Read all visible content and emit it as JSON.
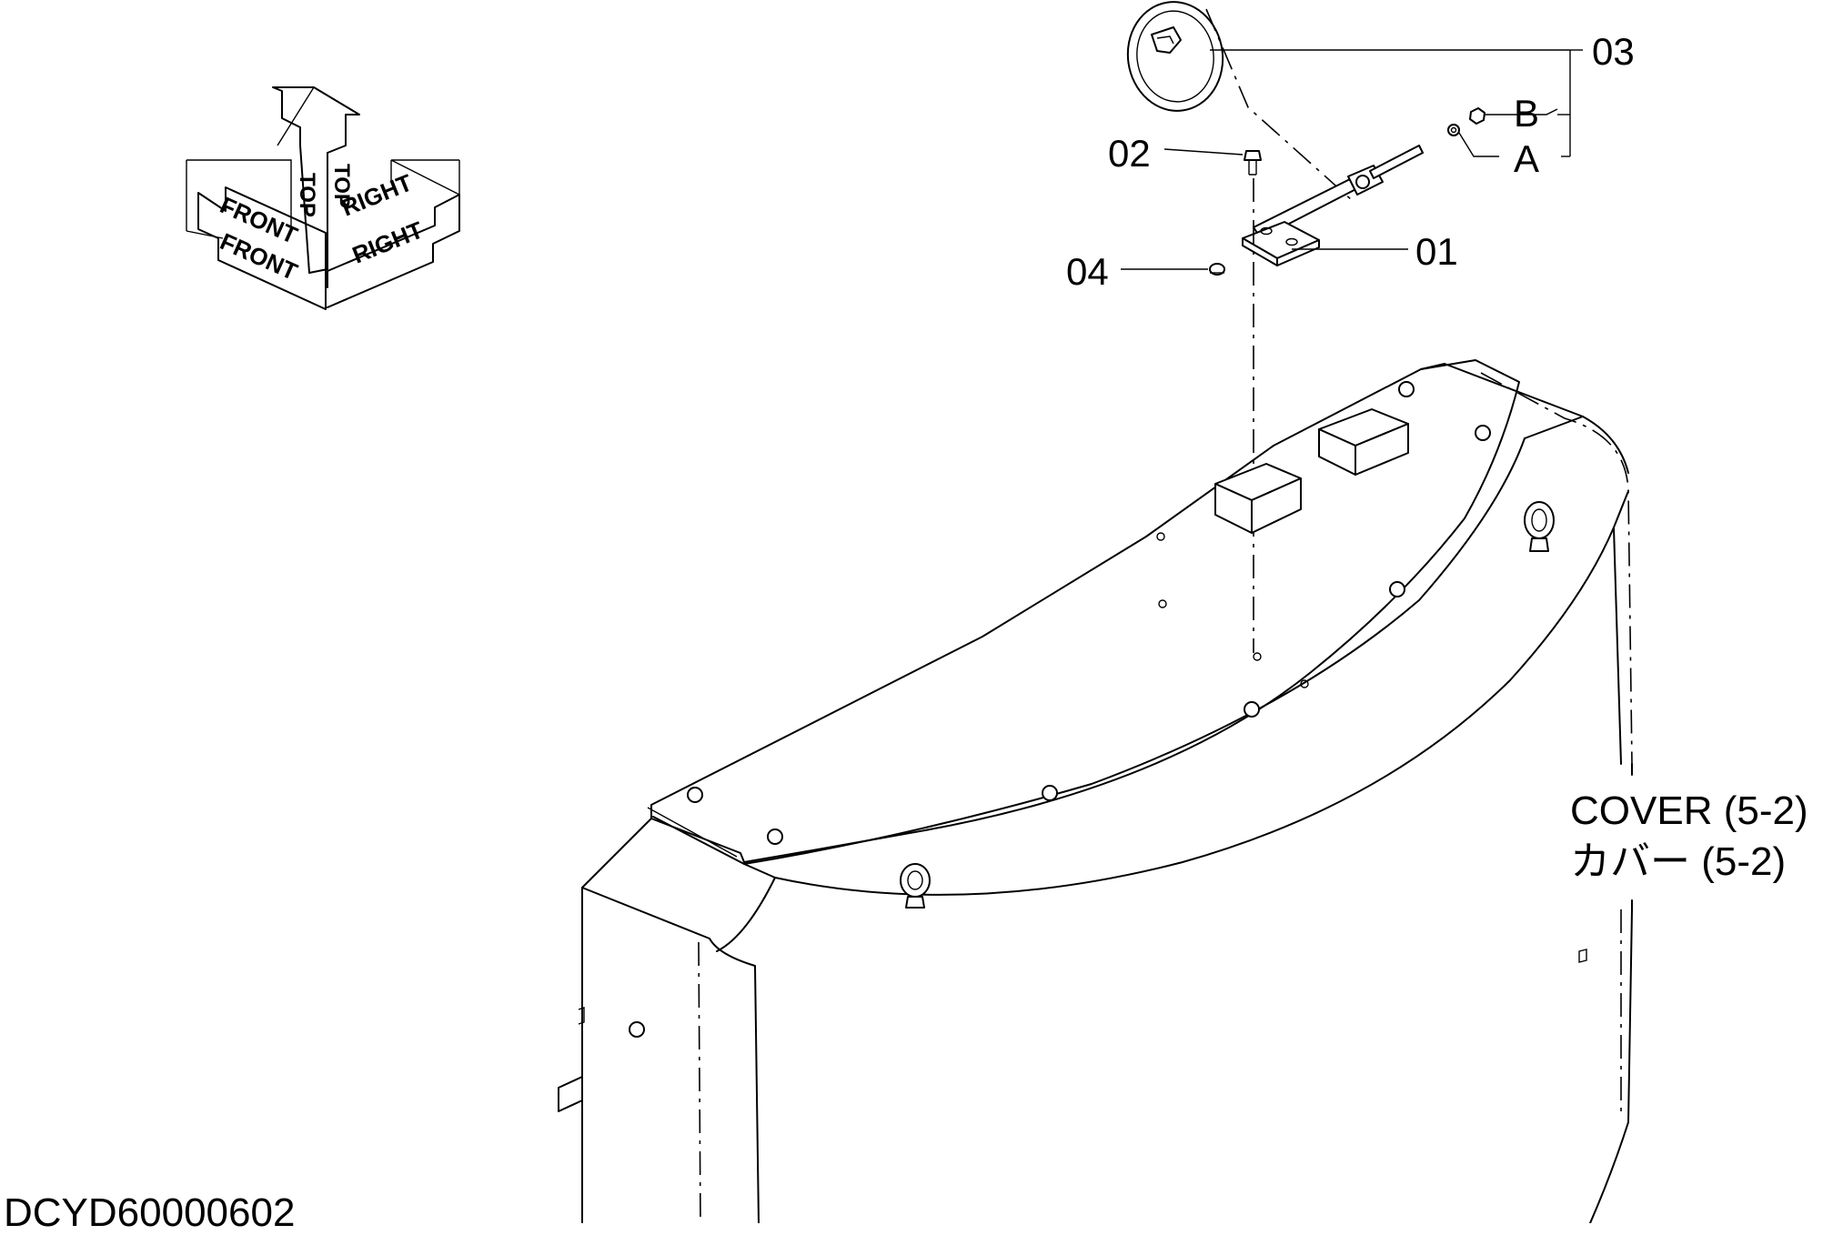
{
  "labels": {
    "part_01": "01",
    "part_02": "02",
    "part_03": "03",
    "part_04": "04",
    "sub_a": "A",
    "sub_b": "B"
  },
  "orientation": {
    "front": "FRONT",
    "top": "TOP",
    "right": "RIGHT"
  },
  "reference": {
    "line1": "COVER (5-2)",
    "line2": "カバー (5-2)"
  },
  "drawing_code": "DCYD60000602"
}
